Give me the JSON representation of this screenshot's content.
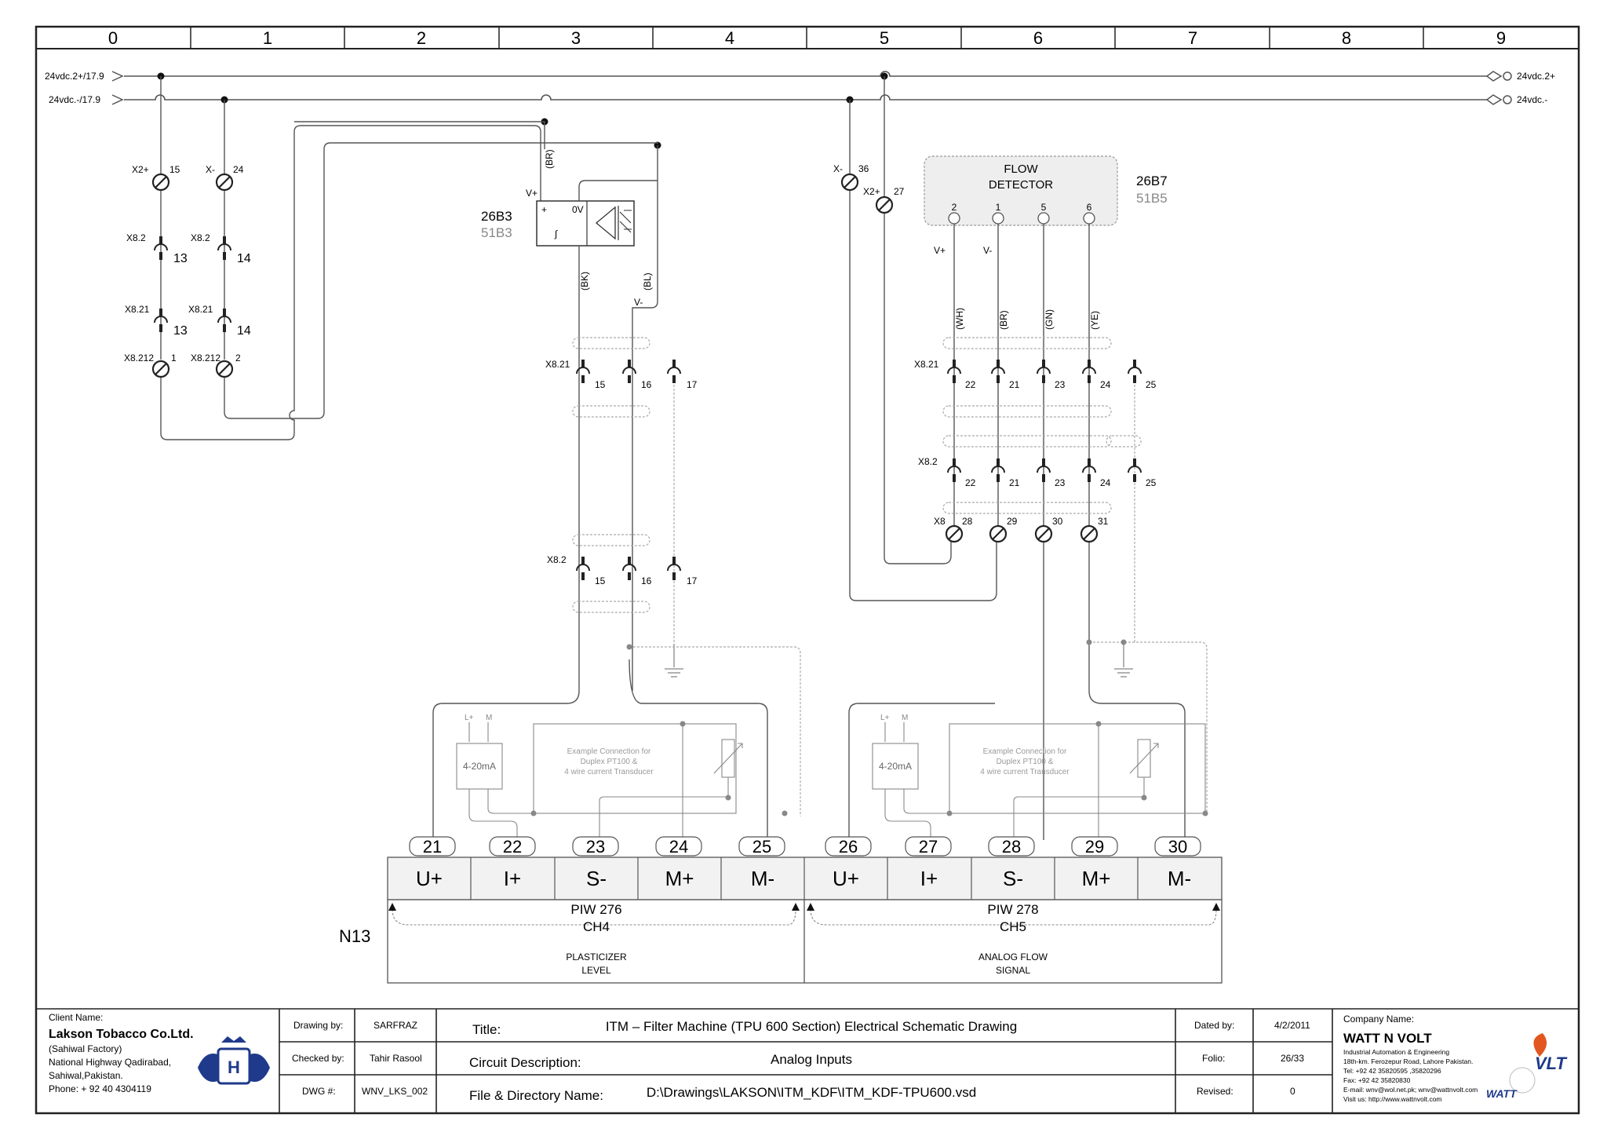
{
  "columns": [
    "0",
    "1",
    "2",
    "3",
    "4",
    "5",
    "6",
    "7",
    "8",
    "9"
  ],
  "rails": {
    "left_pos": "24vdc.2+/17.9",
    "left_neg": "24vdc.-/17.9",
    "right_pos": "24vdc.2+",
    "right_neg": "24vdc.-"
  },
  "terminals_left": {
    "x2p": "X2+",
    "x2p_num": "15",
    "xm": "X-",
    "xm_num": "24",
    "x82_a": "X8.2",
    "n13_a": "13",
    "x82_b": "X8.2",
    "n14_a": "14",
    "x821_a": "X8.21",
    "n13_b": "13",
    "x821_b": "X8.21",
    "n14_b": "14",
    "x8212_a": "X8.212",
    "n1": "1",
    "x8212_b": "X8.212",
    "n2": "2"
  },
  "device_26b3": {
    "tag": "26B3",
    "ref": "51B3",
    "vplus": "V+",
    "plus": "+",
    "zero": "0V",
    "integ": "∫",
    "wire_br": "(BR)",
    "wire_bk": "(BK)",
    "wire_bl": "(BL)",
    "vminus": "V-"
  },
  "mid_terminals": {
    "x821": "X8.21",
    "n15": "15",
    "n16": "16",
    "n17": "17",
    "x82": "X8.2",
    "m15": "15",
    "m16": "16",
    "m17": "17"
  },
  "flow_detector": {
    "title1": "FLOW",
    "title2": "DETECTOR",
    "tag": "26B7",
    "ref": "51B5",
    "pins": [
      "2",
      "1",
      "5",
      "6"
    ],
    "vplus": "V+",
    "vminus": "V-",
    "wires": [
      "(WH)",
      "(BR)",
      "(GN)",
      "(YE)"
    ],
    "xm": "X-",
    "xm_num": "36",
    "x2p": "X2+",
    "x2p_num": "27"
  },
  "right_terminals": {
    "x821": "X8.21",
    "a": [
      "22",
      "21",
      "23",
      "24",
      "25"
    ],
    "x82": "X8.2",
    "b": [
      "22",
      "21",
      "23",
      "24",
      "25"
    ],
    "x8": "X8",
    "c": [
      "28",
      "29",
      "30",
      "31"
    ]
  },
  "transducer": {
    "lp": "L+",
    "m": "M",
    "ma": "4-20mA",
    "ex1": "Example Connection for",
    "ex2": "Duplex PT100 &",
    "ex3": "4 wire current Transducer"
  },
  "module": {
    "tag": "N13",
    "pins_top": [
      "21",
      "22",
      "23",
      "24",
      "25",
      "26",
      "27",
      "28",
      "29",
      "30"
    ],
    "pins_lbl": [
      "U+",
      "I+",
      "S-",
      "M+",
      "M-",
      "U+",
      "I+",
      "S-",
      "M+",
      "M-"
    ],
    "ch4_a": "PIW 276",
    "ch4_b": "CH4",
    "ch4_c": "PLASTICIZER",
    "ch4_d": "LEVEL",
    "ch5_a": "PIW 278",
    "ch5_b": "CH5",
    "ch5_c": "ANALOG FLOW",
    "ch5_d": "SIGNAL"
  },
  "title_block": {
    "client_label": "Client Name:",
    "client_name": "Lakson Tobacco Co.Ltd.",
    "client_l1": "(Sahiwal Factory)",
    "client_l2": "National Highway Qadirabad,",
    "client_l3": "Sahiwal,Pakistan.",
    "client_l4": "Phone: + 92 40 4304119",
    "logo_letter": "H",
    "drawing_by_label": "Drawing by:",
    "drawing_by": "SARFRAZ",
    "checked_by_label": "Checked by:",
    "checked_by": "Tahir Rasool",
    "dwg_label": "DWG #:",
    "dwg": "WNV_LKS_002",
    "title_label": "Title:",
    "title": "ITM – Filter Machine (TPU 600 Section) Electrical Schematic Drawing",
    "circuit_label": "Circuit Description:",
    "circuit": "Analog Inputs",
    "file_label": "File & Directory Name:",
    "file": "D:\\Drawings\\LAKSON\\ITM_KDF\\ITM_KDF-TPU600.vsd",
    "dated_label": "Dated by:",
    "dated": "4/2/2011",
    "folio_label": "Folio:",
    "folio": "26/33",
    "revised_label": "Revised:",
    "revised": "0",
    "company_label": "Company Name:",
    "company": "WATT N VOLT",
    "co_l1": "Industrial Automation & Engineering",
    "co_l2": "18th-km. Ferozepur Road, Lahore Pakistan.",
    "co_l3": "Tel: +92 42 35820595 ,35820296",
    "co_l4": "Fax: +92 42 35820830",
    "co_l5": "E-mail: wnv@wol.net.pk; wnv@wattnvolt.com",
    "co_l6": "Visit us: http://www.wattnvolt.com",
    "logo_watt": "WATT",
    "logo_volt": "VLT"
  }
}
